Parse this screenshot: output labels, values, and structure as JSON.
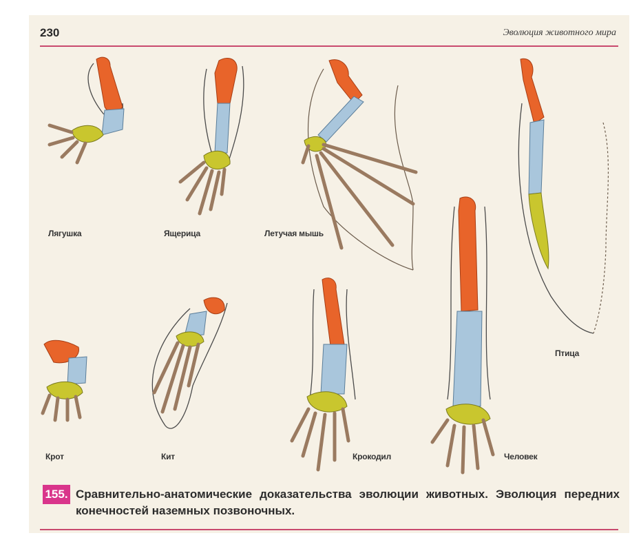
{
  "header": {
    "page_number": "230",
    "running_title": "Эволюция животного мира"
  },
  "figure": {
    "labels": {
      "frog": "Лягушка",
      "lizard": "Ящерица",
      "bat": "Летучая мышь",
      "bird": "Птица",
      "mole": "Крот",
      "whale": "Кит",
      "crocodile": "Крокодил",
      "human": "Человек"
    },
    "colors": {
      "humerus": "#e8642a",
      "forearm": "#a9c6dc",
      "carpals": "#c9c62e",
      "digits": "#a3826a",
      "outline": "#4a4a4a",
      "accent": "#d9358b"
    }
  },
  "caption": {
    "number": "155.",
    "text": "Сравнительно-анатомические доказательства эволюции животных. Эволюция передних конечностей наземных позвоночных."
  }
}
